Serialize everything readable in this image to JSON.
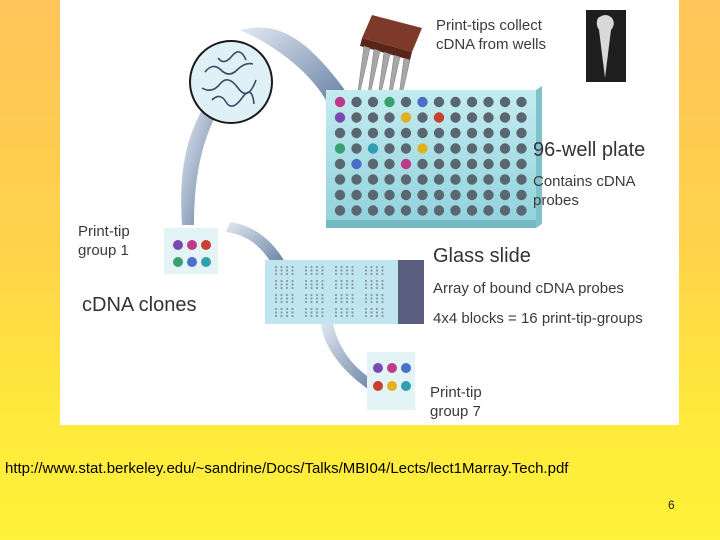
{
  "diagram": {
    "labels": {
      "print_tips": "Print-tips collect\ncDNA from wells",
      "plate_title": "96-well plate",
      "plate_sub": "Contains cDNA\nprobes",
      "group1": "Print-tip\ngroup 1",
      "clones": "cDNA clones",
      "slide_title": "Glass slide",
      "slide_sub1": "Array of bound cDNA probes",
      "slide_sub2": "4x4 blocks = 16 print-tip-groups",
      "group7": "Print-tip\ngroup 7"
    },
    "colors": {
      "plate": "#a9dfe6",
      "well": "#5a6670",
      "slide": "#b9e4ec",
      "slide_edge": "#5a5f80",
      "arrow": "#4f6c95",
      "print_head": "#7d3a2a",
      "pins": "#a7a7a7",
      "spot_palette": [
        "#c03a8c",
        "#3aa070",
        "#4a6fc8",
        "#e0b020",
        "#7a4ab0",
        "#c84030",
        "#30a0b0",
        "#808080"
      ]
    }
  },
  "footer": {
    "url": "http://www.stat.berkeley.edu/~sandrine/Docs/Talks/MBI04/Lects/lect1Marray.Tech.pdf",
    "page_number": "6"
  }
}
